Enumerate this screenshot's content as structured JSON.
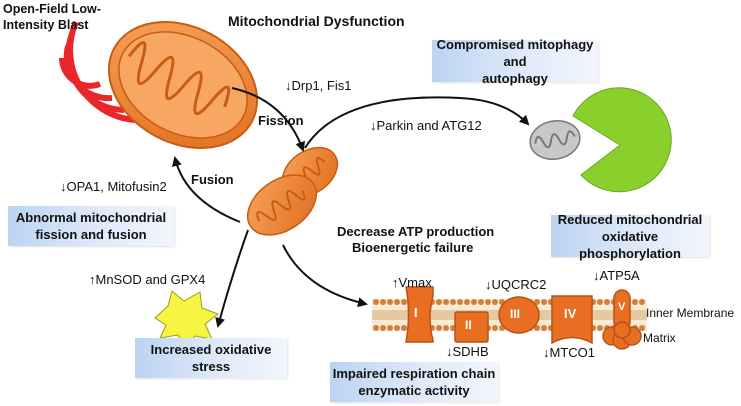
{
  "title": "Mitochondrial Dysfunction",
  "blast": {
    "line1": "Open-Field Low-",
    "line2": "Intensity Blast"
  },
  "fission": {
    "label": "Fission",
    "markers": "↓Drp1, Fis1"
  },
  "fusion": {
    "label": "Fusion",
    "markers": "↓OPA1, Mitofusin2"
  },
  "mitophagy": {
    "markers": "↓Parkin and ATG12",
    "box_line1": "Compromised mitophagy and",
    "box_line2": "autophagy"
  },
  "abnormal_box": {
    "line1": "Abnormal mitochondrial",
    "line2": "fission and fusion"
  },
  "atp": {
    "line1": "Decrease ATP production",
    "line2": "Bioenergetic failure"
  },
  "oxphos_box": {
    "line1": "Reduced mitochondrial",
    "line2": "oxidative phosphorylation"
  },
  "oxidative": {
    "markers": "↑MnSOD and GPX4",
    "box_line1": "Increased oxidative",
    "box_line2": "stress"
  },
  "chain": {
    "vmax": "↑Vmax",
    "uqcrc2": "↓UQCRC2",
    "atp5a": "↓ATP5A",
    "sdhb": "↓SDHB",
    "mtco1": "↓MTCO1",
    "inner_membrane": "Inner Membrane",
    "matrix": "Matrix",
    "complex_labels": [
      "I",
      "II",
      "III",
      "IV",
      "V"
    ],
    "box_line1": "Impaired respiration chain",
    "box_line2": "enzymatic activity"
  },
  "colors": {
    "mito_orange": "#ee7d2b",
    "mito_dark": "#c95c12",
    "blast_red": "#e8262b",
    "pacman_green": "#8ad02c",
    "box_blue": "#c9dcf5",
    "starburst": "#f5f542"
  }
}
